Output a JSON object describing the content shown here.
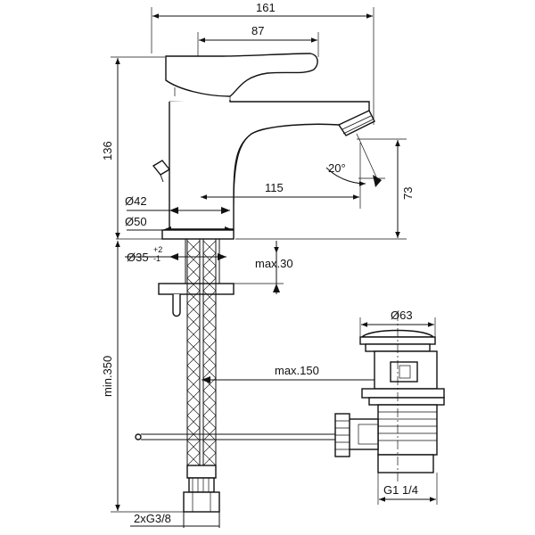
{
  "dimensions": {
    "width_overall": "161",
    "width_lever": "87",
    "height_total": "136",
    "spout_height": "73",
    "spout_reach": "115",
    "diam_42": "Ø42",
    "diam_50": "Ø50",
    "diam_35": "Ø35",
    "tol_plus": "+2",
    "tol_minus": "-1",
    "max_30": "max.30",
    "min_350": "min.350",
    "max_150": "max.150",
    "diam_63": "Ø63",
    "thread_g": "G1 1/4",
    "angle": "20°",
    "connection": "2xG3/8"
  }
}
